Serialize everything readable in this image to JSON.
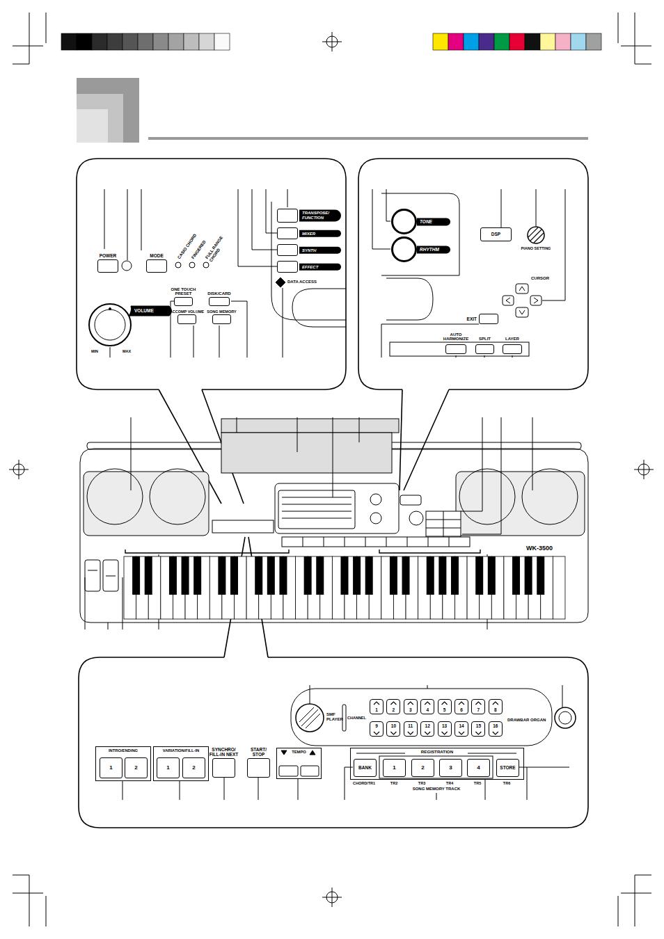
{
  "diagram": {
    "nodes": [
      {
        "text": [
          "POWER"
        ]
      },
      {
        "text": [
          "MODE"
        ]
      },
      {
        "text": [
          "ONE TOUCH PRESET"
        ]
      },
      {
        "text": [
          "DISK/CARD"
        ]
      },
      {
        "text": [
          "ACCOMP VOLUME"
        ]
      },
      {
        "text": [
          "SONG MEMORY"
        ]
      },
      {
        "text": [
          "TRANSPOSE/ FUNCTION"
        ]
      },
      {
        "text": [
          "MIXER"
        ]
      },
      {
        "text": [
          "SYNTH"
        ]
      },
      {
        "text": [
          "EFFECT"
        ]
      },
      {
        "text": [
          "TONE"
        ]
      },
      {
        "text": [
          "RHYTHM"
        ]
      },
      {
        "text": [
          "DSP"
        ]
      },
      {
        "text": [
          "EXIT"
        ]
      },
      {
        "text": [
          "AUTO HARMONIZE"
        ]
      },
      {
        "text": [
          "SPLIT"
        ]
      },
      {
        "text": [
          "LAYER"
        ]
      },
      {
        "text": [
          "INTRO/ENDING"
        ]
      },
      {
        "text": [
          "1"
        ],
        "in": 17
      },
      {
        "text": [
          "2"
        ],
        "in": 17
      },
      {
        "text": [
          "VARIATION/FILL-IN"
        ]
      },
      {
        "text": [
          "1"
        ],
        "in": 20
      },
      {
        "text": [
          "2"
        ],
        "in": 20
      },
      {
        "text": [
          "SYNCHRO/ FILL-IN NEXT"
        ]
      },
      {
        "text": [
          "START/ STOP"
        ]
      },
      {
        "text": [
          "TEMPO"
        ]
      },
      {
        "text": [
          "REGISTRATION"
        ]
      },
      {
        "text": [
          "BANK"
        ],
        "in": 26
      },
      {
        "text": [
          "1"
        ],
        "in": 26
      },
      {
        "text": [
          "2"
        ],
        "in": 26
      },
      {
        "text": [
          "3"
        ],
        "in": 26
      },
      {
        "text": [
          "4"
        ],
        "in": 26
      },
      {
        "text": [
          "STORE"
        ],
        "in": 26
      },
      {
        "text": [
          "1"
        ]
      },
      {
        "text": [
          "2"
        ]
      },
      {
        "text": [
          "3"
        ]
      },
      {
        "text": [
          "4"
        ]
      },
      {
        "text": [
          "5"
        ]
      },
      {
        "text": [
          "6"
        ]
      },
      {
        "text": [
          "7"
        ]
      },
      {
        "text": [
          "8"
        ]
      },
      {
        "text": [
          "9"
        ]
      },
      {
        "text": [
          "10"
        ]
      },
      {
        "text": [
          "11"
        ]
      },
      {
        "text": [
          "12"
        ]
      },
      {
        "text": [
          "13"
        ]
      },
      {
        "text": [
          "14"
        ]
      },
      {
        "text": [
          "15"
        ]
      },
      {
        "text": [
          "16"
        ]
      }
    ],
    "labels": [
      "CASIO CHORD",
      "FINGERED",
      "FULL RANGE CHORD",
      "VOLUME",
      "MIN",
      "MAX",
      "DATA ACCESS",
      "PIANO SETTING",
      "CURSOR",
      "WK-3500",
      "SMF PLAYER",
      "CHANNEL",
      "DRAWBAR ORGAN",
      "CHORD/TR1",
      "TR2",
      "TR3",
      "TR4",
      "TR5",
      "TR6",
      "SONG MEMORY TRACK"
    ]
  }
}
